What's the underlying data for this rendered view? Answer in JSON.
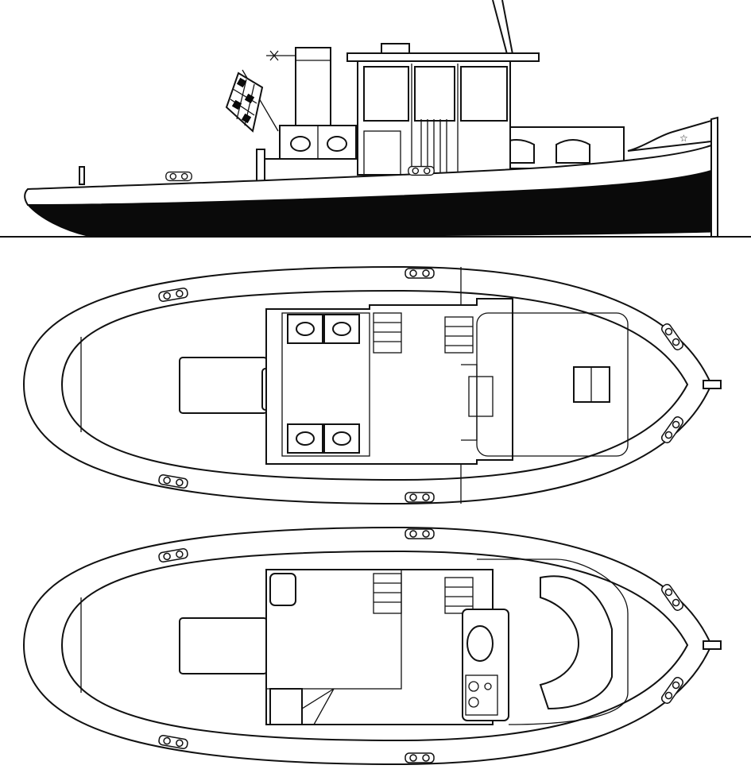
{
  "drawing": {
    "views": [
      "profile",
      "deck-plan",
      "interior-plan"
    ],
    "colors": {
      "line": "#111111",
      "hull_bottom": "#0a0a0a",
      "background": "#ffffff"
    }
  }
}
